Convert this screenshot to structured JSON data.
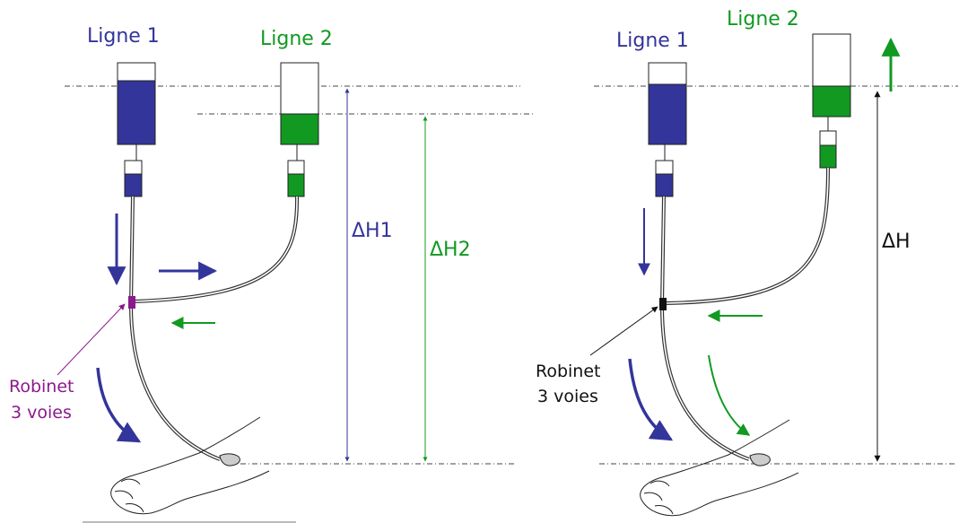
{
  "colors": {
    "line1": "#33359a",
    "line2": "#119922",
    "robinet_left": "#8b1a8b",
    "black": "#111111"
  },
  "left_panel": {
    "ligne1_label": "Ligne 1",
    "ligne2_label": "Ligne 2",
    "delta_h1_label": "ΔH1",
    "delta_h2_label": "ΔH2",
    "robinet_line1": "Robinet",
    "robinet_line2": "3 voies"
  },
  "right_panel": {
    "ligne1_label": "Ligne 1",
    "ligne2_label": "Ligne 2",
    "delta_h_label": "ΔH",
    "robinet_line1": "Robinet",
    "robinet_line2": "3 voies"
  }
}
